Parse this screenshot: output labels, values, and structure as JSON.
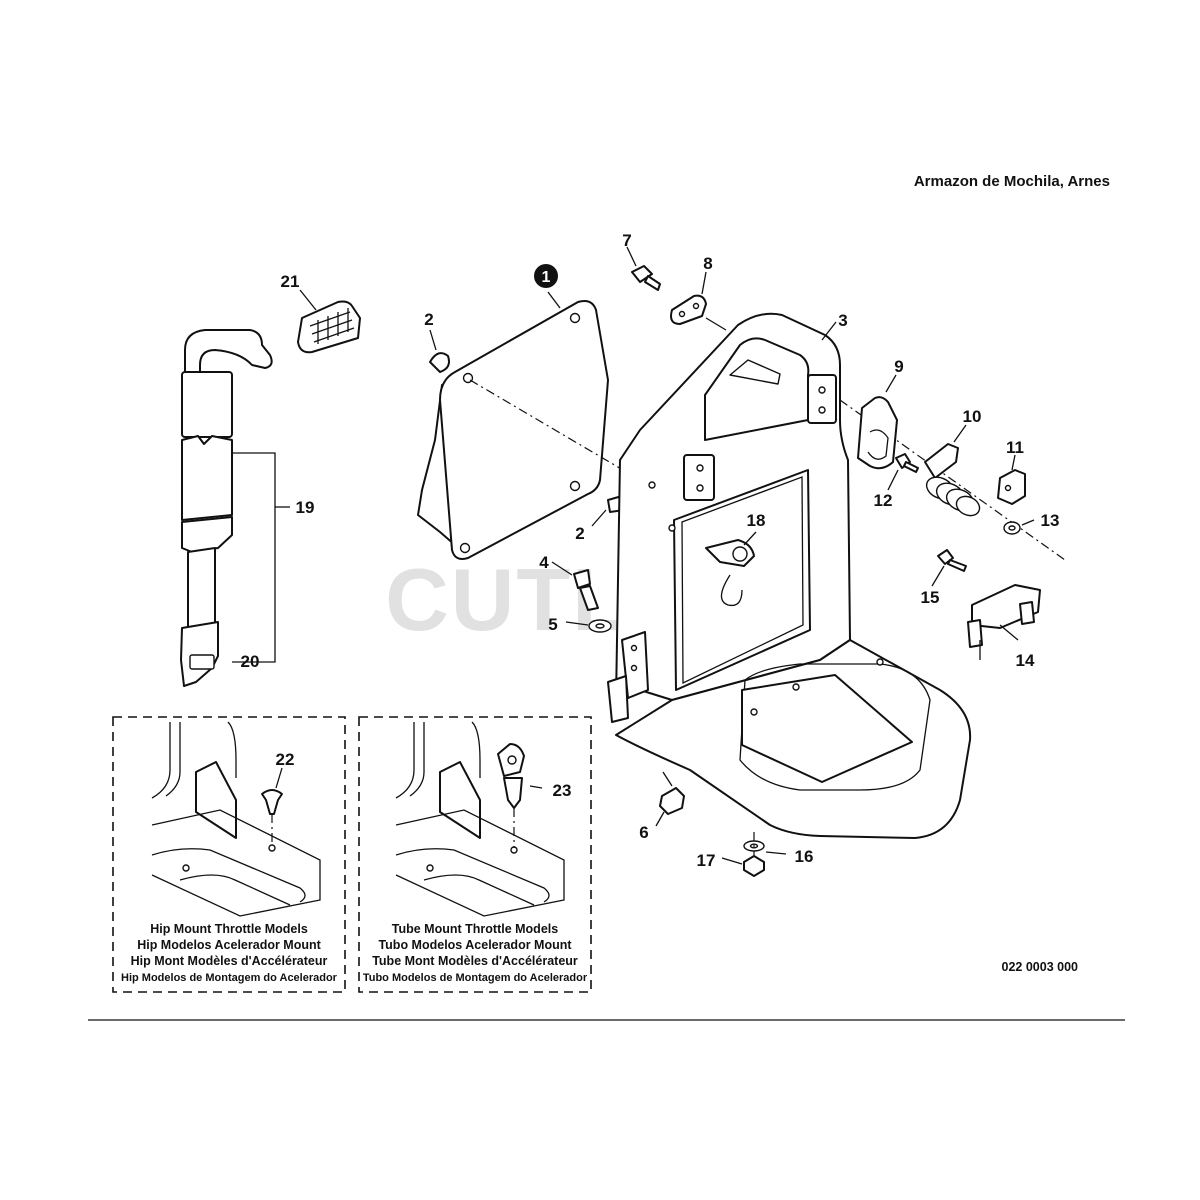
{
  "header": {
    "title": "Armazon de Mochila, Arnes"
  },
  "watermark": "CUTLERS",
  "drawing_code": "022 0003 000",
  "callouts": {
    "c1": "1",
    "c2a": "2",
    "c2b": "2",
    "c3": "3",
    "c4": "4",
    "c5": "5",
    "c6": "6",
    "c7": "7",
    "c8": "8",
    "c9": "9",
    "c10": "10",
    "c11": "11",
    "c12": "12",
    "c13": "13",
    "c14": "14",
    "c15": "15",
    "c16": "16",
    "c17": "17",
    "c18": "18",
    "c19": "19",
    "c20": "20",
    "c21": "21",
    "c22": "22",
    "c23": "23"
  },
  "insets": {
    "hip": {
      "lines": [
        "Hip Mount Throttle Models",
        "Hip Modelos Acelerador Mount",
        "Hip Mont Modèles d'Accélérateur",
        "Hip Modelos de Montagem do Acelerador"
      ]
    },
    "tube": {
      "lines": [
        "Tube Mount Throttle Models",
        "Tubo Modelos Acelerador Mount",
        "Tube Mont Modèles d'Accélérateur",
        "Tubo Modelos de Montagem do Acelerador"
      ]
    }
  }
}
